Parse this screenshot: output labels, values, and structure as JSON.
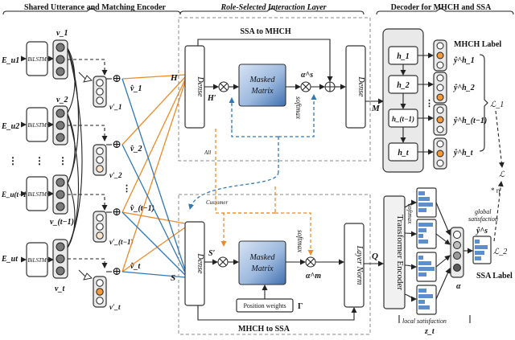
{
  "sections": {
    "encoder": "Shared Utterance and Matching Encoder",
    "interaction": "Role-Selected Interaction Layer",
    "decoder": "Decoder for MHCH and SSA"
  },
  "encoder": {
    "bilstm_label": "BiLSTM",
    "inputs": [
      "E_u1",
      "E_u2",
      "E_u(t−1)",
      "E_ut"
    ],
    "vectors": [
      "v_1",
      "v_2",
      "v_(t−1)",
      "v_t"
    ],
    "matched": [
      "v′_1",
      "v′_2",
      "v′_(t−1)",
      "v′_t"
    ],
    "fused": [
      "v̂_1",
      "v̂_2",
      "v̂_(t−1)",
      "v̂_t"
    ],
    "ellipsis": "⋮",
    "plus": "⊕"
  },
  "ssa_to_mhch": {
    "title": "SSA to MHCH",
    "dense": "Dense",
    "matrix_line1": "Masked",
    "matrix_line2": "Matrix",
    "softmax": "softmax",
    "alpha": "α^s",
    "H": "H",
    "H_prime": "H′",
    "M": "M",
    "all": "All"
  },
  "mhch_to_ssa": {
    "title": "MHCH to SSA",
    "dense": "Dense",
    "matrix_line1": "Masked",
    "matrix_line2": "Matrix",
    "softmax": "softmax",
    "alpha": "α^m",
    "S": "S",
    "S_prime": "S′",
    "layer_norm": "Layer Norm",
    "position_weights": "Position weights",
    "gamma": "Γ",
    "customer": "Customer"
  },
  "decoder": {
    "mhch_label": "MHCH Label",
    "hidden": [
      "h_1",
      "h_2",
      "h_(t−1)",
      "h_t"
    ],
    "outputs": [
      "ŷ^h_1",
      "ŷ^h_2",
      "ŷ^h_(t−1)",
      "ŷ^h_t"
    ],
    "L1": "ℒ_1",
    "L": "ℒ",
    "L2": "ℒ_2",
    "eta": "* η",
    "transformer": "Transformer Encoder",
    "Q": "Q",
    "softmax": "softmax",
    "global_sat_1": "global",
    "global_sat_2": "satisfaction",
    "ys": "ŷ^s",
    "ssa_label": "SSA Label",
    "alpha": "α",
    "local_sat": "local satisfaction",
    "z": "z_t"
  },
  "colors": {
    "orange_arrow": "#f08a24",
    "blue_arrow": "#2f78b7",
    "node_orange": "#f29a3a",
    "node_gray": "#7a7a7a",
    "bars": "#5a8fd0"
  }
}
